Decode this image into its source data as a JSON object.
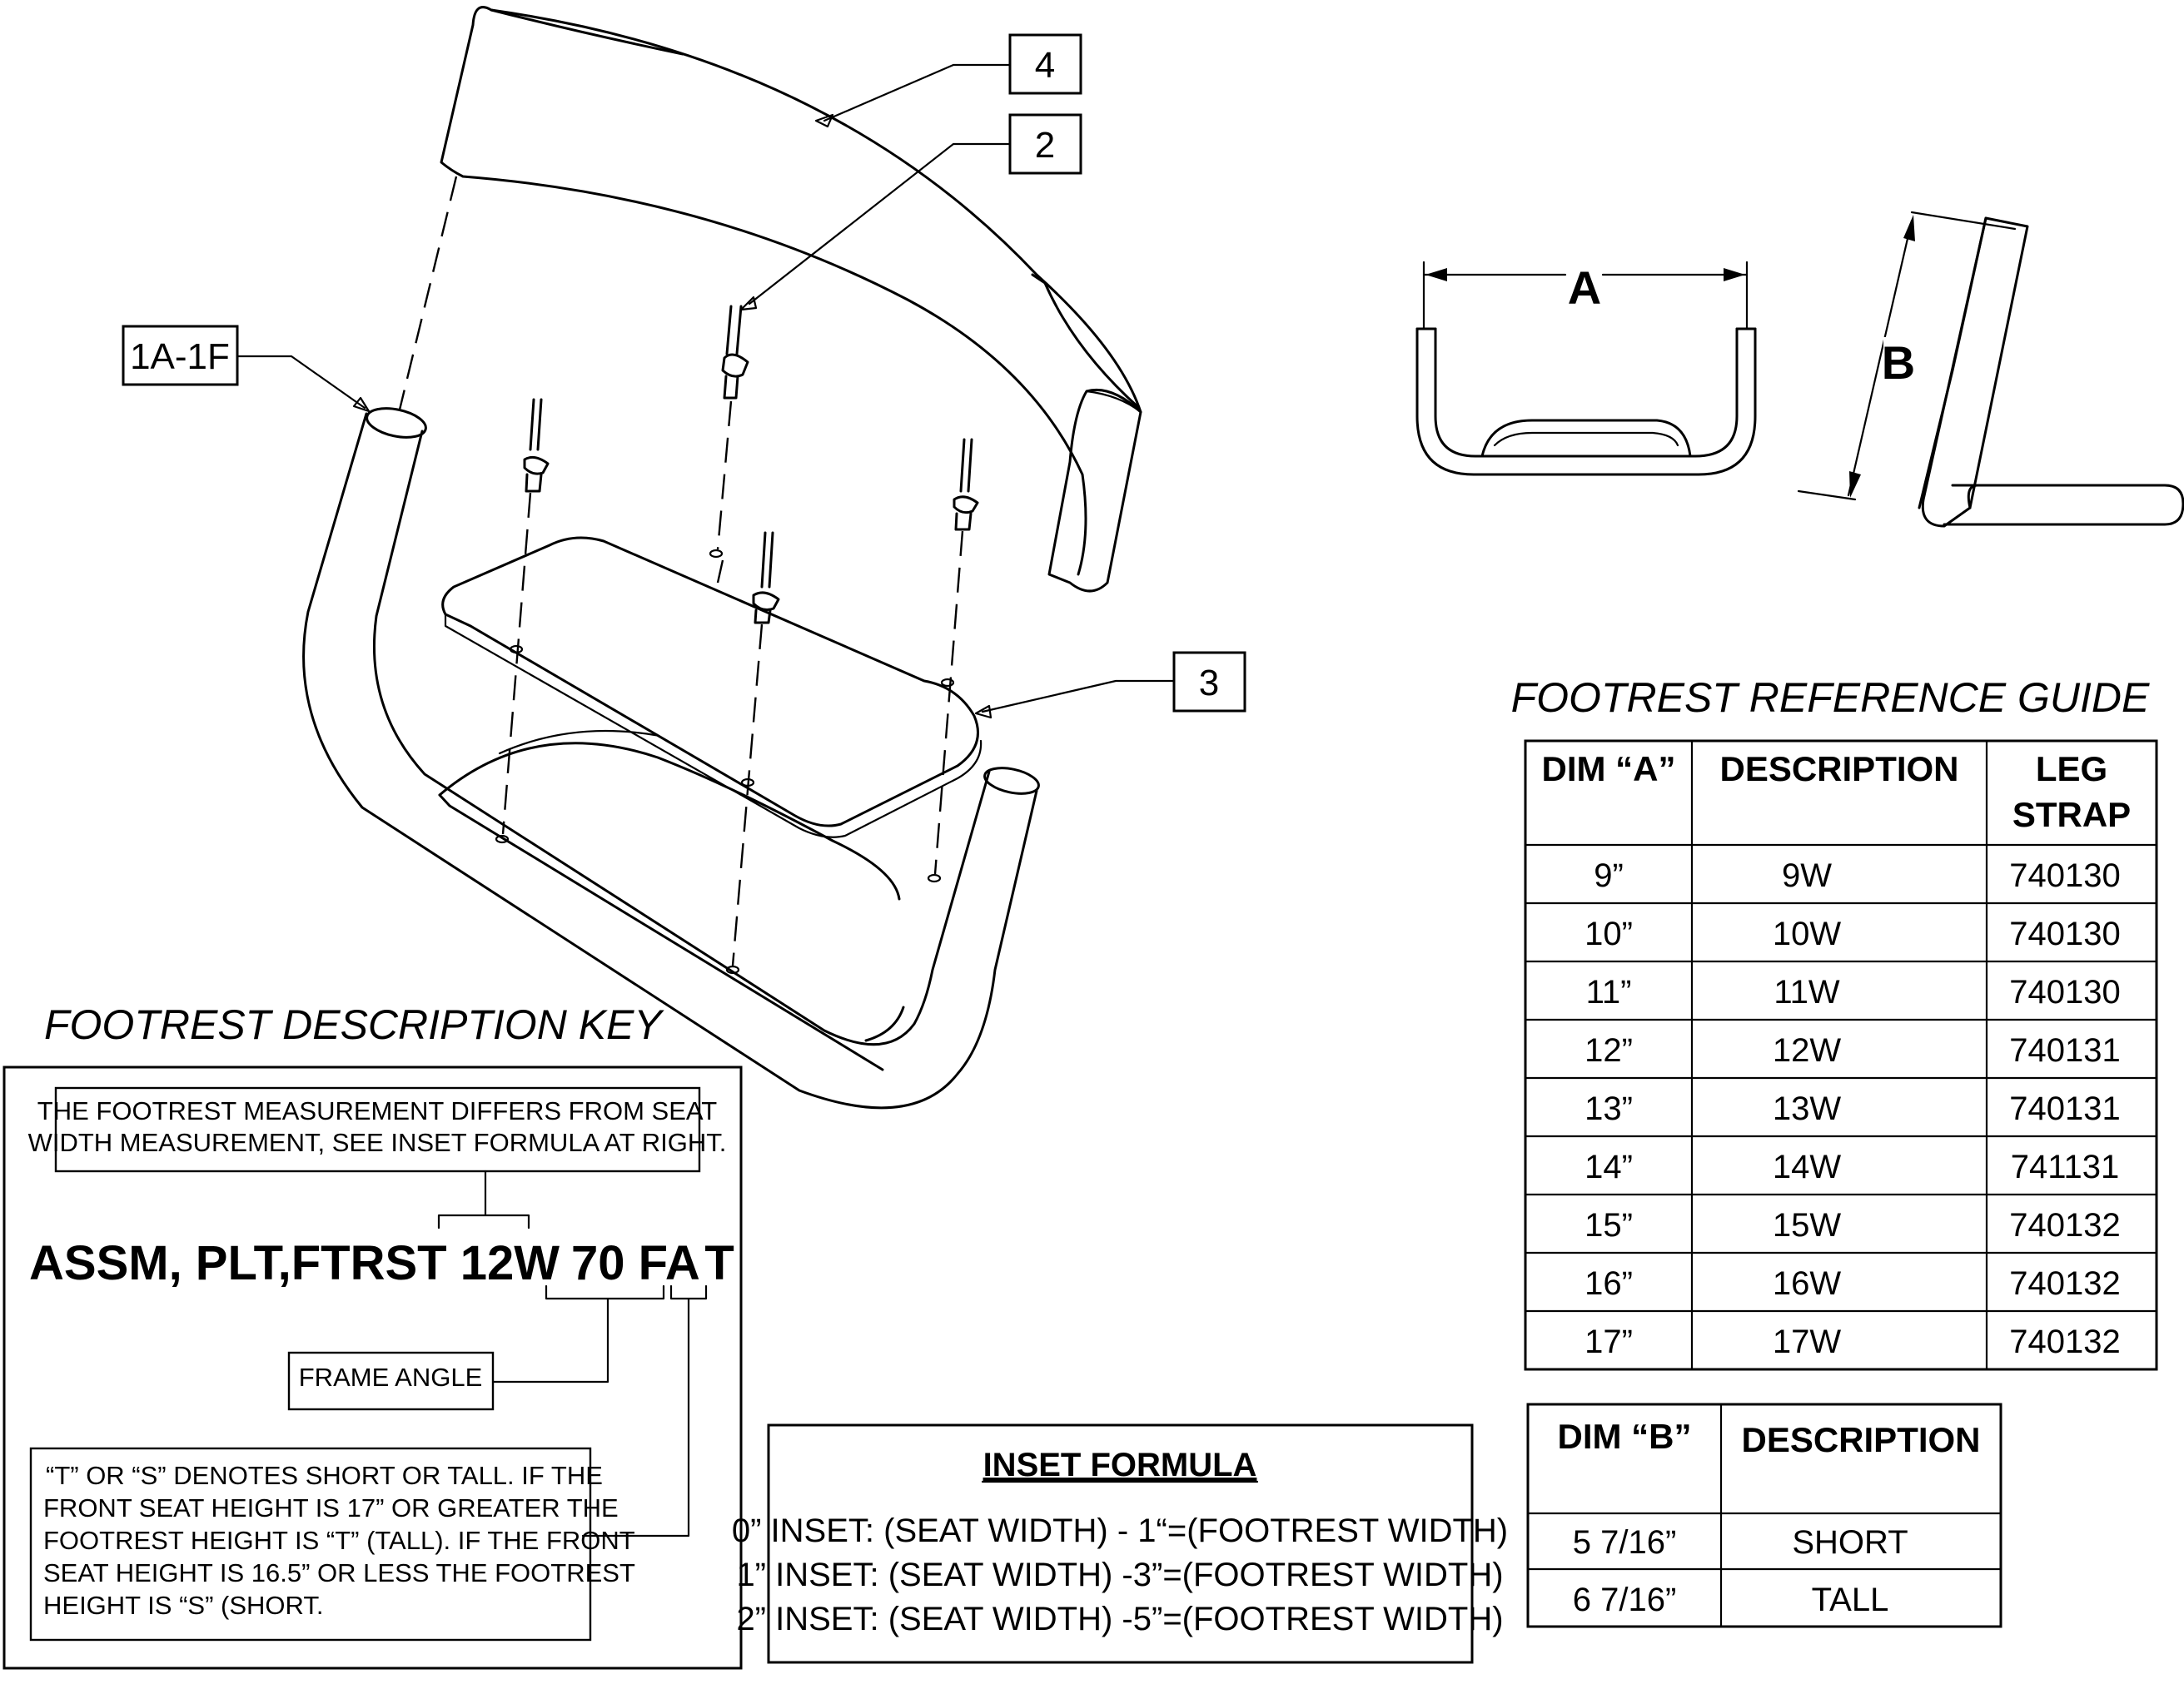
{
  "callouts": {
    "c4": "4",
    "c2": "2",
    "c1a": "1A-1F",
    "c3": "3"
  },
  "dims": {
    "a": "A",
    "b": "B"
  },
  "reference_guide": {
    "title": "FOOTREST REFERENCE GUIDE",
    "headers": {
      "dim": "DIM “A”",
      "desc": "DESCRIPTION",
      "strap1": "LEG",
      "strap2": "STRAP"
    },
    "rows": [
      {
        "dim": "9”",
        "desc": "9W",
        "strap": "740130"
      },
      {
        "dim": "10”",
        "desc": "10W",
        "strap": "740130"
      },
      {
        "dim": "11”",
        "desc": "11W",
        "strap": "740130"
      },
      {
        "dim": "12”",
        "desc": "12W",
        "strap": "740131"
      },
      {
        "dim": "13”",
        "desc": "13W",
        "strap": "740131"
      },
      {
        "dim": "14”",
        "desc": "14W",
        "strap": "741131"
      },
      {
        "dim": "15”",
        "desc": "15W",
        "strap": "740132"
      },
      {
        "dim": "16”",
        "desc": "16W",
        "strap": "740132"
      },
      {
        "dim": "17”",
        "desc": "17W",
        "strap": "740132"
      }
    ]
  },
  "dim_b_table": {
    "headers": {
      "dim": "DIM “B”",
      "desc": "DESCRIPTION"
    },
    "rows": [
      {
        "dim": "5 7/16”",
        "desc": "SHORT"
      },
      {
        "dim": "6 7/16”",
        "desc": "TALL"
      }
    ]
  },
  "description_key": {
    "title": "FOOTREST DESCRIPTION KEY",
    "note1_line1": "THE FOOTREST MEASUREMENT DIFFERS FROM SEAT",
    "note1_line2": "WIDTH MEASUREMENT, SEE INSET FORMULA AT RIGHT.",
    "part_prefix": "ASSM, PLT,FTRST ",
    "part_width": "12W",
    "part_angle": "70 FA",
    "part_height": "T",
    "frame_angle_label": "FRAME ANGLE",
    "note2_lines": [
      "“T” OR “S” DENOTES SHORT OR TALL.  IF THE",
      "FRONT SEAT HEIGHT IS 17” OR GREATER THE",
      "FOOTREST HEIGHT IS “T” (TALL).  IF THE FRONT",
      "SEAT HEIGHT IS 16.5” OR LESS THE FOOTREST",
      "HEIGHT IS “S” (SHORT."
    ]
  },
  "inset_formula": {
    "title": "INSET FORMULA",
    "lines": [
      "0” INSET: (SEAT WIDTH) - 1“=(FOOTREST WIDTH)",
      "1” INSET: (SEAT WIDTH) -3”=(FOOTREST WIDTH)",
      "2” INSET: (SEAT WIDTH) -5”=(FOOTREST WIDTH)"
    ]
  }
}
